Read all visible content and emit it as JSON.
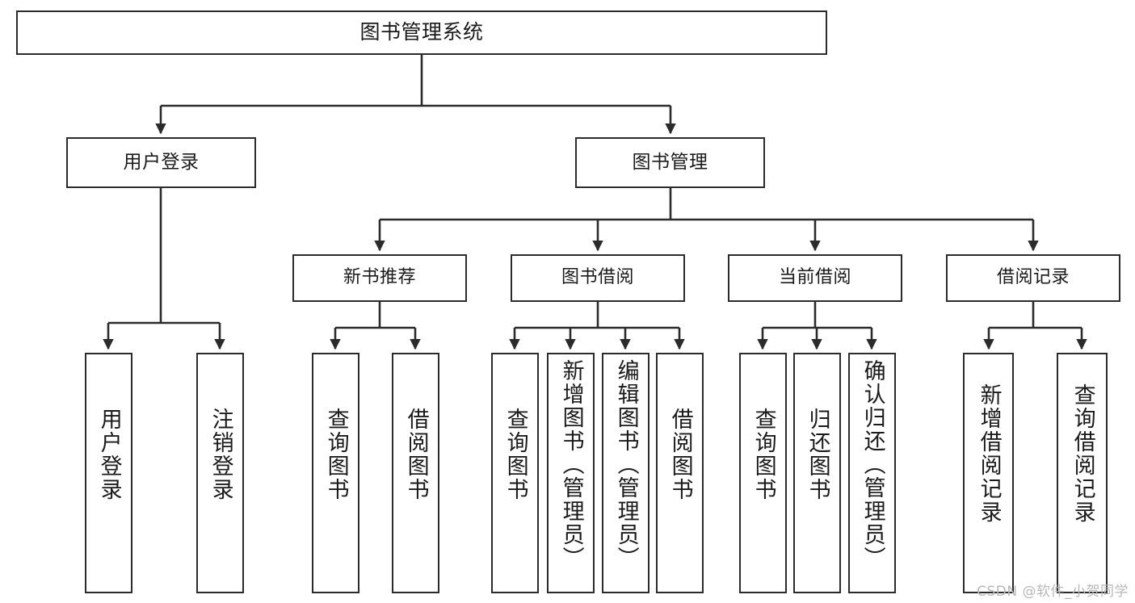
{
  "diagram": {
    "title": "图书管理系统",
    "watermark": "CSDN @软件_小贺同学",
    "colors": {
      "background": "#ffffff",
      "box_border": "#2b2b2b",
      "box_fill": "#ffffff",
      "connector": "#2b2b2b",
      "text": "#1a1a1a",
      "watermark": "#b8b8b8"
    },
    "levels": {
      "root": "图书管理系统",
      "level2": [
        "用户登录",
        "图书管理"
      ],
      "level3": [
        "新书推荐",
        "图书借阅",
        "当前借阅",
        "借阅记录"
      ]
    },
    "nodes": {
      "root": {
        "label": "图书管理系统"
      },
      "user_login": {
        "label": "用户登录"
      },
      "book_manage": {
        "label": "图书管理"
      },
      "new_book_rec": {
        "label": "新书推荐"
      },
      "book_borrow": {
        "label": "图书借阅"
      },
      "current_borrow": {
        "label": "当前借阅"
      },
      "borrow_record": {
        "label": "借阅记录"
      },
      "leaf_user_login": {
        "label": "用户登录"
      },
      "leaf_logout": {
        "label": "注销登录"
      },
      "leaf_query_book_1": {
        "label": "查询图书"
      },
      "leaf_borrow_book_1": {
        "label": "借阅图书"
      },
      "leaf_query_book_2": {
        "label": "查询图书"
      },
      "leaf_add_book": {
        "label": "新增图书（管理员）"
      },
      "leaf_edit_book": {
        "label": "编辑图书（管理员）"
      },
      "leaf_borrow_book_2": {
        "label": "借阅图书"
      },
      "leaf_query_book_3": {
        "label": "查询图书"
      },
      "leaf_return_book": {
        "label": "归还图书"
      },
      "leaf_confirm_return": {
        "label": "确认归还（管理员）"
      },
      "leaf_add_record": {
        "label": "新增借阅记录"
      },
      "leaf_query_record": {
        "label": "查询借阅记录"
      }
    },
    "structure": [
      {
        "parent": "图书管理系统",
        "children": [
          {
            "label": "用户登录",
            "children": [
              {
                "label": "用户登录"
              },
              {
                "label": "注销登录"
              }
            ]
          },
          {
            "label": "图书管理",
            "children": [
              {
                "label": "新书推荐",
                "children": [
                  {
                    "label": "查询图书"
                  },
                  {
                    "label": "借阅图书"
                  }
                ]
              },
              {
                "label": "图书借阅",
                "children": [
                  {
                    "label": "查询图书"
                  },
                  {
                    "label": "新增图书（管理员）"
                  },
                  {
                    "label": "编辑图书（管理员）"
                  },
                  {
                    "label": "借阅图书"
                  }
                ]
              },
              {
                "label": "当前借阅",
                "children": [
                  {
                    "label": "查询图书"
                  },
                  {
                    "label": "归还图书"
                  },
                  {
                    "label": "确认归还（管理员）"
                  }
                ]
              },
              {
                "label": "借阅记录",
                "children": [
                  {
                    "label": "新增借阅记录"
                  },
                  {
                    "label": "查询借阅记录"
                  }
                ]
              }
            ]
          }
        ]
      }
    ]
  }
}
